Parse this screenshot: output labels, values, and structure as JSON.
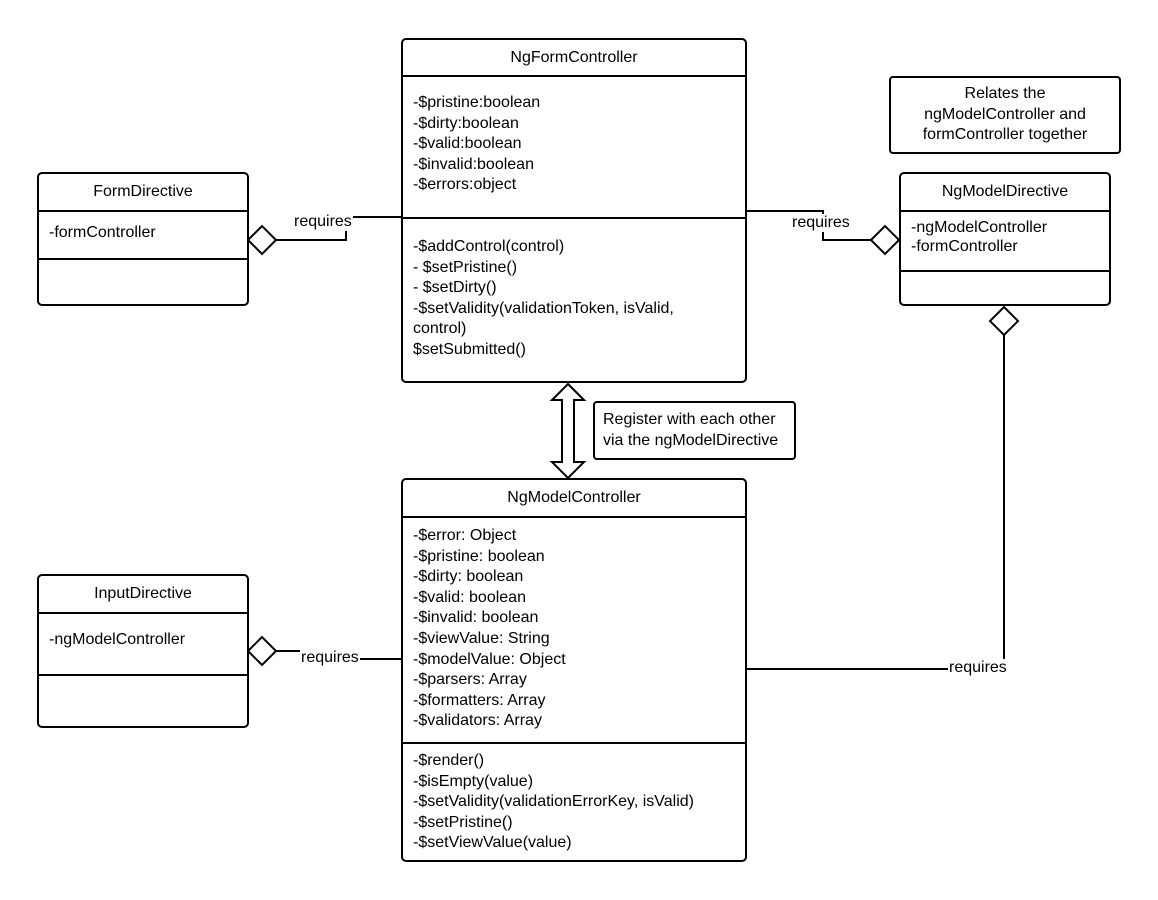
{
  "classes": {
    "ngFormController": {
      "name": "NgFormController",
      "attributes": [
        "-$pristine:boolean",
        "-$dirty:boolean",
        "-$valid:boolean",
        "-$invalid:boolean",
        "-$errors:object"
      ],
      "methods": [
        "-$addControl(control)",
        "- $setPristine()",
        "- $setDirty()",
        "-$setValidity(validationToken, isValid,",
        "control)",
        "$setSubmitted()"
      ]
    },
    "formDirective": {
      "name": "FormDirective",
      "attributes": [
        "-formController"
      ],
      "methods": []
    },
    "ngModelDirective": {
      "name": "NgModelDirective",
      "attributes": [
        "-ngModelController",
        "-formController"
      ],
      "methods": []
    },
    "ngModelController": {
      "name": "NgModelController",
      "attributes": [
        "-$error: Object",
        "-$pristine: boolean",
        "-$dirty: boolean",
        "-$valid: boolean",
        "-$invalid: boolean",
        "-$viewValue: String",
        "-$modelValue: Object",
        "-$parsers: Array",
        "-$formatters: Array",
        "-$validators: Array"
      ],
      "methods": [
        "-$render()",
        "-$isEmpty(value)",
        "-$setValidity(validationErrorKey, isValid)",
        "-$setPristine()",
        "-$setViewValue(value)"
      ]
    },
    "inputDirective": {
      "name": "InputDirective",
      "attributes": [
        "-ngModelController"
      ],
      "methods": []
    }
  },
  "notes": {
    "relates": [
      "Relates the",
      "ngModelController and",
      "formController together"
    ],
    "register": [
      "Register with each other",
      "via the ngModelDirective"
    ]
  },
  "relations": {
    "form_requires": "requires",
    "ngmodel_dir_requires": "requires",
    "input_requires": "requires",
    "ngmodel_ctrl_requires": "requires"
  }
}
